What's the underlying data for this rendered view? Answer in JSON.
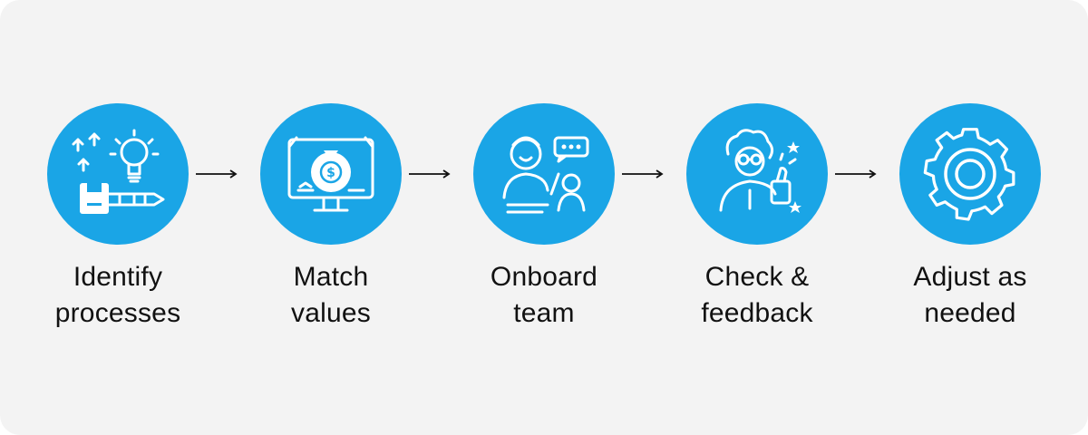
{
  "colors": {
    "background": "#f3f3f3",
    "circle": "#1aa5e6",
    "icon": "#ffffff",
    "text": "#111111",
    "arrow": "#111111"
  },
  "steps": [
    {
      "icon": "idea-process-icon",
      "line1": "Identify",
      "line2": "processes"
    },
    {
      "icon": "money-monitor-icon",
      "line1": "Match",
      "line2": "values"
    },
    {
      "icon": "team-chat-icon",
      "line1": "Onboard",
      "line2": "team"
    },
    {
      "icon": "thumbs-up-person-icon",
      "line1": "Check &",
      "line2": "feedback"
    },
    {
      "icon": "gear-icon",
      "line1": "Adjust as",
      "line2": "needed"
    }
  ]
}
